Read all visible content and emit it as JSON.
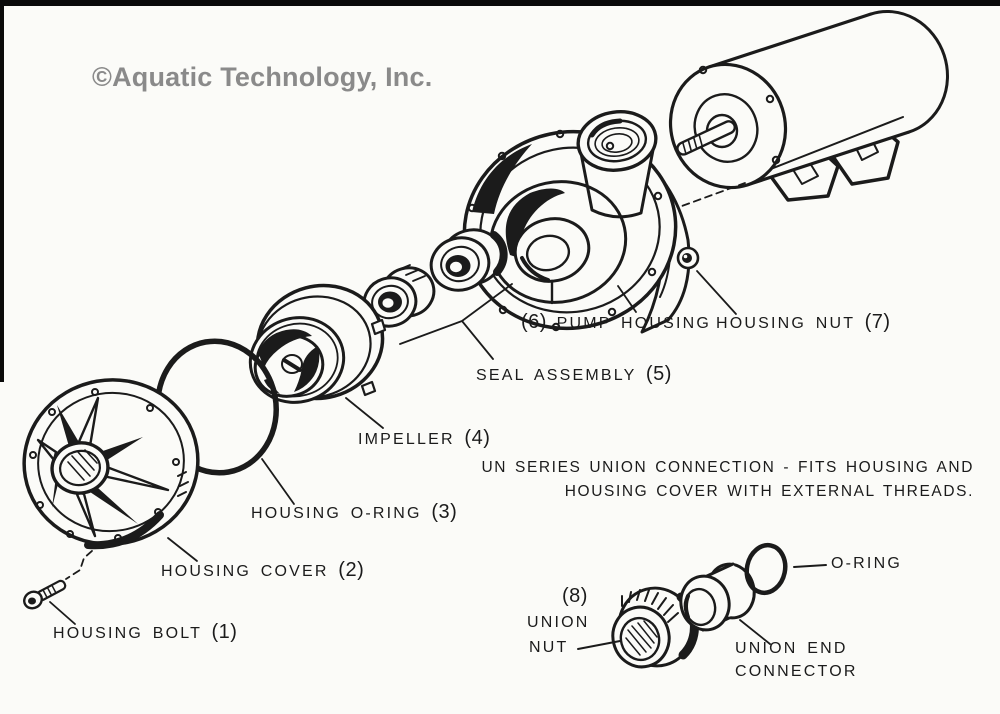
{
  "watermark": {
    "text": "©Aquatic Technology, Inc.",
    "color": "#8a8a8a"
  },
  "note": {
    "line1": "UN SERIES UNION CONNECTION - FITS HOUSING AND",
    "line2": "HOUSING COVER WITH EXTERNAL THREADS."
  },
  "labels": {
    "pump_housing": {
      "number": "(6)",
      "text": "PUMP HOUSING"
    },
    "housing_nut": {
      "text": "HOUSING NUT",
      "number": "(7)"
    },
    "seal_assembly": {
      "text": "SEAL ASSEMBLY",
      "number": "(5)"
    },
    "impeller": {
      "text": "IMPELLER",
      "number": "(4)"
    },
    "housing_o_ring": {
      "text": "HOUSING O-RING",
      "number": "(3)"
    },
    "housing_cover": {
      "text": "HOUSING COVER",
      "number": "(2)"
    },
    "housing_bolt": {
      "text": "HOUSING BOLT",
      "number": "(1)"
    },
    "union_nut": {
      "number": "(8)",
      "line1": "UNION",
      "line2": "NUT"
    },
    "o_ring": {
      "text": "O-RING"
    },
    "union_end_connector": {
      "line1": "UNION END",
      "line2": "CONNECTOR"
    }
  },
  "colors": {
    "background": "#fbfbf8",
    "line": "#1b1b1b",
    "watermark_gray": "#8a8a8a",
    "scan_border": "#0a0a0a"
  },
  "parts": [
    "motor",
    "pump-housing",
    "housing-nut",
    "seal-assembly",
    "impeller",
    "housing-o-ring",
    "housing-cover",
    "housing-bolt",
    "union-nut",
    "union-end-connector",
    "o-ring"
  ]
}
